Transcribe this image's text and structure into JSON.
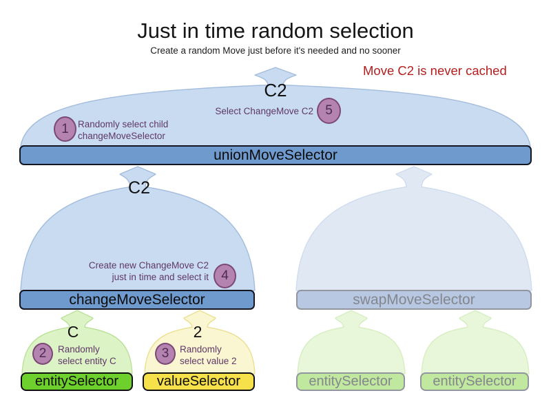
{
  "header": {
    "title": "Just in time random selection",
    "subtitle": "Create a random Move just before it's needed and no sooner",
    "warning": "Move C2 is never cached"
  },
  "selectors": {
    "union": {
      "label": "unionMoveSelector",
      "output": "C2"
    },
    "change": {
      "label": "changeMoveSelector",
      "output": "C2"
    },
    "swap": {
      "label": "swapMoveSelector"
    },
    "entity": {
      "label": "entitySelector",
      "output": "C"
    },
    "value": {
      "label": "valueSelector",
      "output": "2"
    },
    "entity_faded_left": {
      "label": "entitySelector"
    },
    "entity_faded_right": {
      "label": "entitySelector"
    }
  },
  "steps": [
    {
      "num": "1",
      "line1": "Randomly select child",
      "line2": "changeMoveSelector"
    },
    {
      "num": "2",
      "line1": "Randomly",
      "line2": "select entity C"
    },
    {
      "num": "3",
      "line1": "Randomly",
      "line2": "select value 2"
    },
    {
      "num": "4",
      "line1": "Create new ChangeMove C2",
      "line2": "just in time and select it"
    },
    {
      "num": "5",
      "line1": "Select ChangeMove C2"
    }
  ],
  "colors": {
    "note_red": "#b41e1e",
    "dome_blue_fill": "#c9dbf1",
    "dome_blue_stroke": "#a3bcdd",
    "dome_blue_faded_fill": "#e0e8f4",
    "dome_blue_faded_stroke": "#cfdbee",
    "dome_green_fill": "#dcf3c6",
    "dome_green_stroke": "#bbe198",
    "dome_green_faded_fill": "#e8f7d9",
    "dome_green_faded_stroke": "#d6eec2",
    "dome_yellow_fill": "#fbf6d2",
    "dome_yellow_stroke": "#ecdf90",
    "bar_blue": "#6e9ace",
    "bar_blue_border": "#15151f",
    "bar_blue_faded": "#b8c8e2",
    "bar_faded_border": "#91959d",
    "bar_green": "#6ed02c",
    "bar_yellow": "#f6e14b",
    "bar_green_faded": "#c1e89f",
    "faded_text": "#83868d",
    "step_circle_fill": "#b583af",
    "step_circle_border": "#7b4876",
    "step_text": "#5e3766"
  }
}
